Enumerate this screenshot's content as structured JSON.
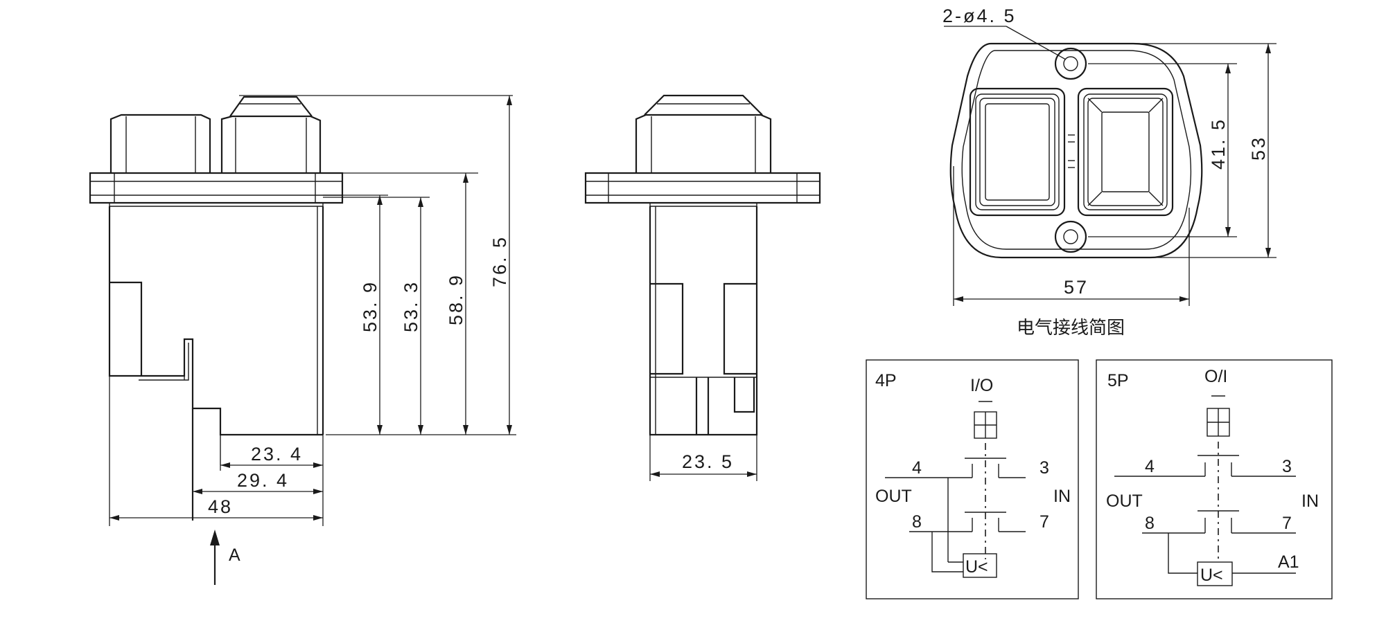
{
  "side_view": {
    "dim_53_9": "53. 9",
    "dim_53_3": "53. 3",
    "dim_58_9": "58. 9",
    "dim_76_5": "76. 5",
    "dim_23_4": "23. 4",
    "dim_29_4": "29. 4",
    "dim_48": "48",
    "view_arrow_label": "A"
  },
  "front_view": {
    "dim_23_5": "23. 5"
  },
  "top_view": {
    "hole_callout": "2-ø4. 5",
    "dim_41_5": "41. 5",
    "dim_53": "53",
    "dim_57": "57",
    "caption": "电气接线简图"
  },
  "schematic_4p": {
    "title": "4P",
    "switch_label": "I/O",
    "pin_4": "4",
    "pin_3": "3",
    "out_label": "OUT",
    "in_label": "IN",
    "pin_8": "8",
    "pin_7": "7",
    "coil_label": "U<"
  },
  "schematic_5p": {
    "title": "5P",
    "switch_label": "O/I",
    "pin_4": "4",
    "pin_3": "3",
    "out_label": "OUT",
    "in_label": "IN",
    "pin_8": "8",
    "pin_7": "7",
    "a1_label": "A1",
    "coil_label": "U<"
  }
}
